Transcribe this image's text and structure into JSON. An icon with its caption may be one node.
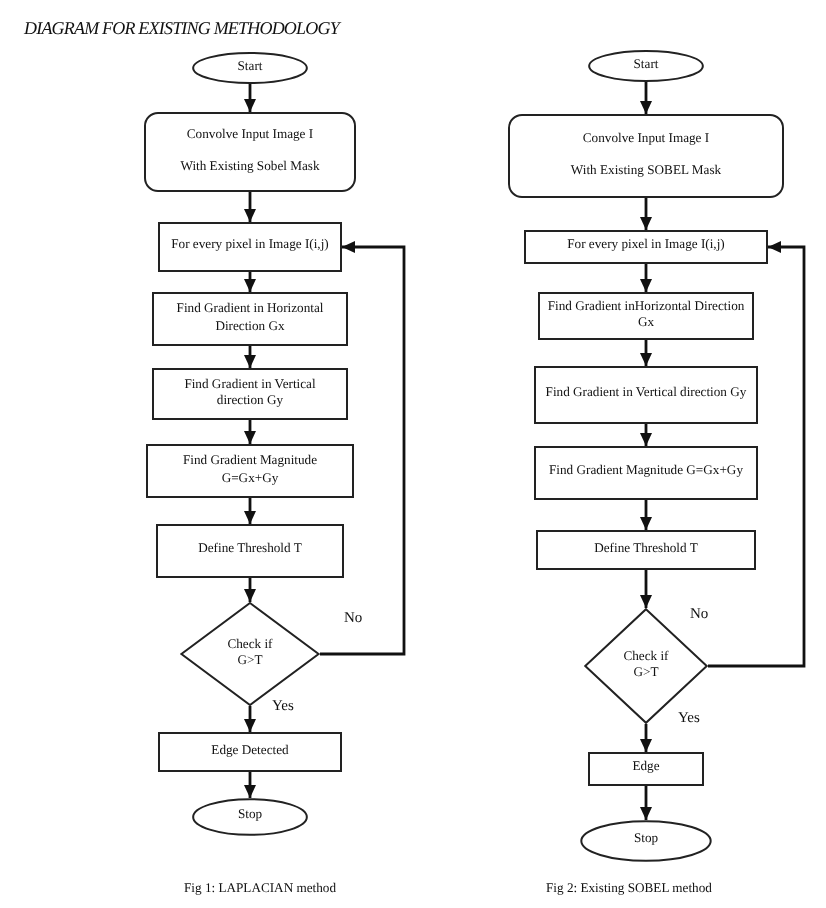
{
  "diagram": {
    "title": "DIAGRAM FOR EXISTING METHODOLOGY",
    "nodes": [
      {
        "text": [
          "Start"
        ]
      },
      {
        "text": [
          "Convolve Input Image I",
          "With Existing Sobel Mask"
        ]
      },
      {
        "text": [
          "For every pixel in Image I(i,j)"
        ]
      },
      {
        "text": [
          "Find Gradient in Horizontal Direction Gx"
        ]
      },
      {
        "text": [
          "Find Gradient in Vertical direction Gy"
        ]
      },
      {
        "text": [
          "Find Gradient Magnitude G=Gx+Gy"
        ]
      },
      {
        "text": [
          "Define Threshold  T"
        ]
      },
      {
        "text": [
          "Check if G>T"
        ]
      },
      {
        "text": [
          "Edge Detected"
        ]
      },
      {
        "text": [
          "Stop"
        ]
      },
      {
        "text": [
          "Start"
        ]
      },
      {
        "text": [
          "Convolve Input Image I",
          "With Existing SOBEL Mask"
        ]
      },
      {
        "text": [
          "For every pixel in Image I(i,j)"
        ]
      },
      {
        "text": [
          "Find Gradient inHorizontal Direction Gx"
        ]
      },
      {
        "text": [
          "Find Gradient in Vertical direction Gy"
        ]
      },
      {
        "text": [
          "Find Gradient Magnitude G=Gx+Gy"
        ]
      },
      {
        "text": [
          "Define Threshold T"
        ]
      },
      {
        "text": [
          "Check if G>T"
        ]
      },
      {
        "text": [
          "Edge"
        ]
      },
      {
        "text": [
          "Stop"
        ]
      }
    ],
    "edges": [
      {
        "from": 0,
        "to": 1,
        "arrow": "to"
      },
      {
        "from": 1,
        "to": 2,
        "arrow": "to"
      },
      {
        "from": 2,
        "to": 3,
        "arrow": "to"
      },
      {
        "from": 3,
        "to": 4,
        "arrow": "to"
      },
      {
        "from": 4,
        "to": 5,
        "arrow": "to"
      },
      {
        "from": 5,
        "to": 6,
        "arrow": "to"
      },
      {
        "from": 6,
        "to": 7,
        "arrow": "to"
      },
      {
        "from": 7,
        "to": 8,
        "arrow": "to",
        "label": "Yes"
      },
      {
        "from": 8,
        "to": 9,
        "arrow": "to"
      },
      {
        "from": 7,
        "to": 2,
        "arrow": "to",
        "label": "No"
      },
      {
        "from": 10,
        "to": 11,
        "arrow": "to"
      },
      {
        "from": 11,
        "to": 12,
        "arrow": "to"
      },
      {
        "from": 12,
        "to": 13,
        "arrow": "to"
      },
      {
        "from": 13,
        "to": 14,
        "arrow": "to"
      },
      {
        "from": 14,
        "to": 15,
        "arrow": "to"
      },
      {
        "from": 15,
        "to": 16,
        "arrow": "to"
      },
      {
        "from": 16,
        "to": 17,
        "arrow": "to"
      },
      {
        "from": 17,
        "to": 18,
        "arrow": "to",
        "label": "Yes"
      },
      {
        "from": 18,
        "to": 19,
        "arrow": "to"
      },
      {
        "from": 17,
        "to": 12,
        "arrow": "to",
        "label": "No"
      }
    ],
    "labels": [
      "Fig 1: LAPLACIAN method",
      "Fig 2: Existing SOBEL method"
    ]
  }
}
